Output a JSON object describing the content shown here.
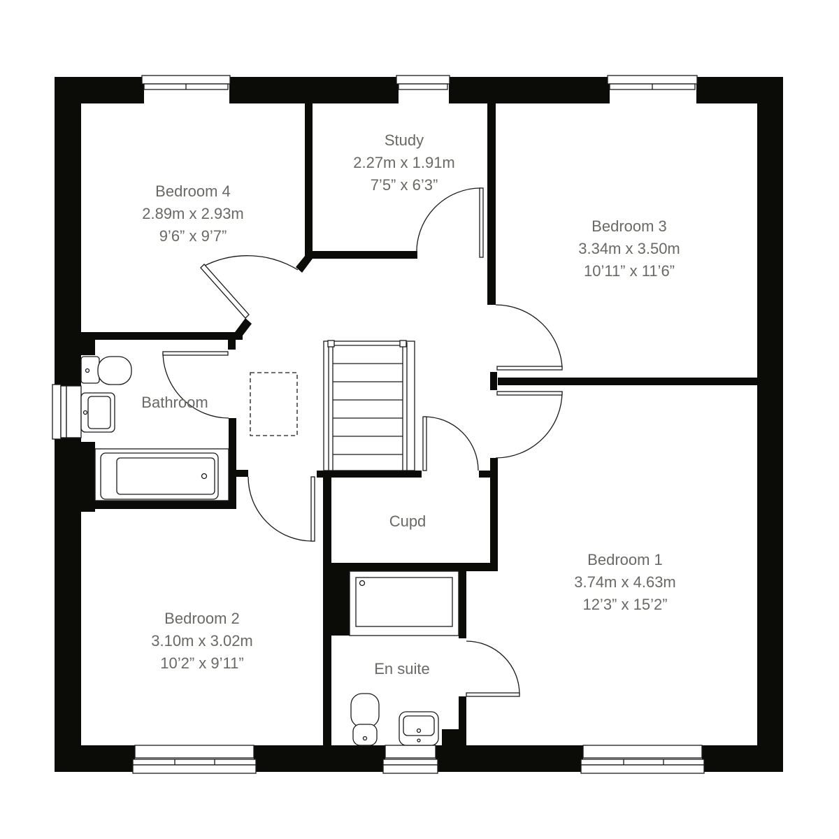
{
  "floorplan": {
    "wall_color": "#0b0c08",
    "text_color": "#6a6963",
    "rooms": {
      "bedroom4": {
        "name": "Bedroom 4",
        "metric": "2.89m x 2.93m",
        "imperial": "9’6” x 9’7”"
      },
      "study": {
        "name": "Study",
        "metric": "2.27m x 1.91m",
        "imperial": "7’5” x 6’3”"
      },
      "bedroom3": {
        "name": "Bedroom 3",
        "metric": "3.34m x 3.50m",
        "imperial": "10’11” x 11’6”"
      },
      "bathroom": {
        "name": "Bathroom"
      },
      "cupd": {
        "name": "Cupd"
      },
      "bedroom1": {
        "name": "Bedroom 1",
        "metric": "3.74m x 4.63m",
        "imperial": "12’3” x 15’2”"
      },
      "bedroom2": {
        "name": "Bedroom 2",
        "metric": "3.10m x 3.02m",
        "imperial": "10’2” x 9’11”"
      },
      "ensuite": {
        "name": "En suite"
      }
    }
  }
}
